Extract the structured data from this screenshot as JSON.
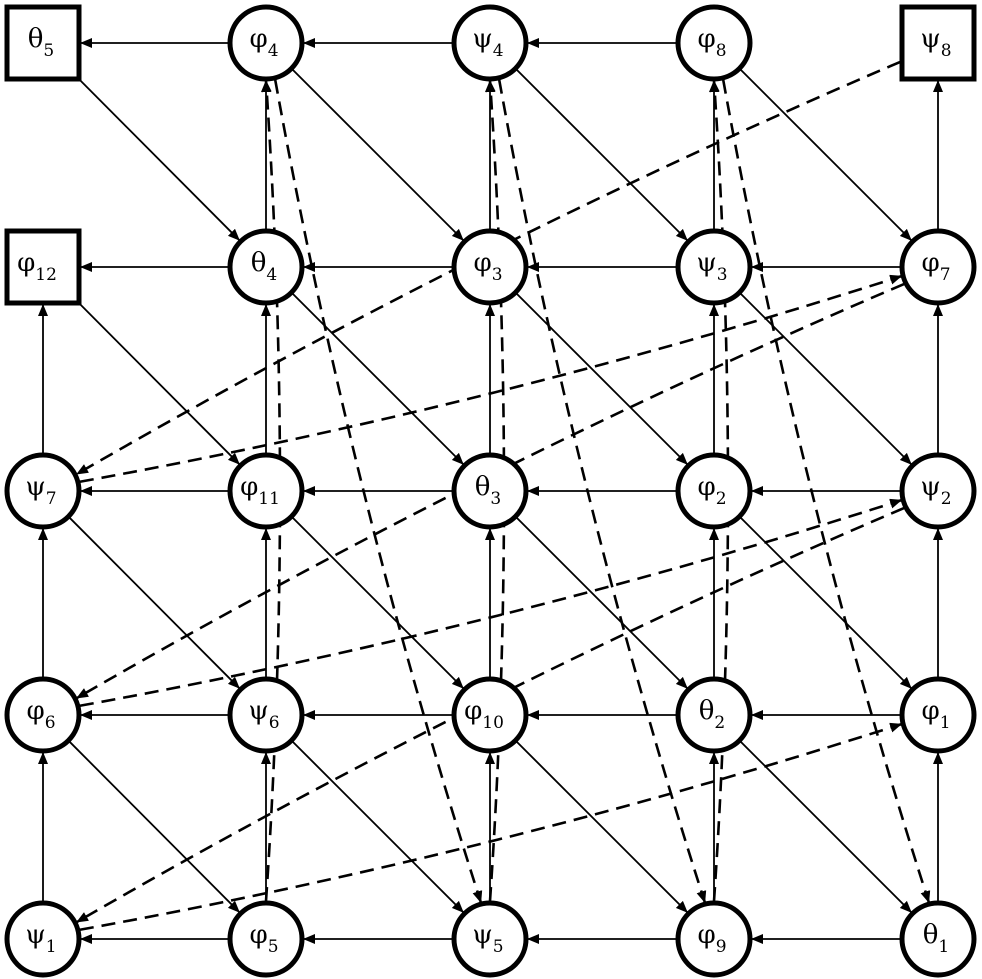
{
  "nodes": [
    {
      "id": "theta5",
      "base": "θ",
      "sub": "5",
      "shape": "square"
    },
    {
      "id": "phi4",
      "base": "φ",
      "sub": "4",
      "shape": "circle"
    },
    {
      "id": "psi4",
      "base": "ψ",
      "sub": "4",
      "shape": "circle"
    },
    {
      "id": "phi8",
      "base": "φ",
      "sub": "8",
      "shape": "circle"
    },
    {
      "id": "psi8",
      "base": "ψ",
      "sub": "8",
      "shape": "square"
    },
    {
      "id": "phi12",
      "base": "φ",
      "sub": "12",
      "shape": "square"
    },
    {
      "id": "theta4",
      "base": "θ",
      "sub": "4",
      "shape": "circle"
    },
    {
      "id": "phi3",
      "base": "φ",
      "sub": "3",
      "shape": "circle"
    },
    {
      "id": "psi3",
      "base": "ψ",
      "sub": "3",
      "shape": "circle"
    },
    {
      "id": "phi7",
      "base": "φ",
      "sub": "7",
      "shape": "circle"
    },
    {
      "id": "psi7",
      "base": "ψ",
      "sub": "7",
      "shape": "circle"
    },
    {
      "id": "phi11",
      "base": "φ",
      "sub": "11",
      "shape": "circle"
    },
    {
      "id": "theta3",
      "base": "θ",
      "sub": "3",
      "shape": "circle"
    },
    {
      "id": "phi2",
      "base": "φ",
      "sub": "2",
      "shape": "circle"
    },
    {
      "id": "psi2",
      "base": "ψ",
      "sub": "2",
      "shape": "circle"
    },
    {
      "id": "phi6",
      "base": "φ",
      "sub": "6",
      "shape": "circle"
    },
    {
      "id": "psi6",
      "base": "ψ",
      "sub": "6",
      "shape": "circle"
    },
    {
      "id": "phi10",
      "base": "φ",
      "sub": "10",
      "shape": "circle"
    },
    {
      "id": "theta2",
      "base": "θ",
      "sub": "2",
      "shape": "circle"
    },
    {
      "id": "phi1",
      "base": "φ",
      "sub": "1",
      "shape": "circle"
    },
    {
      "id": "psi1",
      "base": "ψ",
      "sub": "1",
      "shape": "circle"
    },
    {
      "id": "phi5",
      "base": "φ",
      "sub": "5",
      "shape": "circle"
    },
    {
      "id": "psi5",
      "base": "ψ",
      "sub": "5",
      "shape": "circle"
    },
    {
      "id": "phi9",
      "base": "φ",
      "sub": "9",
      "shape": "circle"
    },
    {
      "id": "theta1",
      "base": "θ",
      "sub": "1",
      "shape": "circle"
    }
  ],
  "edges": [
    {
      "from": "phi4",
      "to": "theta5",
      "style": "solid"
    },
    {
      "from": "psi4",
      "to": "phi4",
      "style": "solid"
    },
    {
      "from": "phi8",
      "to": "psi4",
      "style": "solid"
    },
    {
      "from": "theta4",
      "to": "phi12",
      "style": "solid"
    },
    {
      "from": "phi3",
      "to": "theta4",
      "style": "solid"
    },
    {
      "from": "psi3",
      "to": "phi3",
      "style": "solid"
    },
    {
      "from": "phi7",
      "to": "psi3",
      "style": "solid"
    },
    {
      "from": "phi11",
      "to": "psi7",
      "style": "solid"
    },
    {
      "from": "theta3",
      "to": "phi11",
      "style": "solid"
    },
    {
      "from": "phi2",
      "to": "theta3",
      "style": "solid"
    },
    {
      "from": "psi2",
      "to": "phi2",
      "style": "solid"
    },
    {
      "from": "psi6",
      "to": "phi6",
      "style": "solid"
    },
    {
      "from": "phi10",
      "to": "psi6",
      "style": "solid"
    },
    {
      "from": "theta2",
      "to": "phi10",
      "style": "solid"
    },
    {
      "from": "phi1",
      "to": "theta2",
      "style": "solid"
    },
    {
      "from": "phi5",
      "to": "psi1",
      "style": "solid"
    },
    {
      "from": "psi5",
      "to": "phi5",
      "style": "solid"
    },
    {
      "from": "phi9",
      "to": "psi5",
      "style": "solid"
    },
    {
      "from": "theta1",
      "to": "phi9",
      "style": "solid"
    },
    {
      "from": "psi7",
      "to": "phi12",
      "style": "solid"
    },
    {
      "from": "phi6",
      "to": "psi7",
      "style": "solid"
    },
    {
      "from": "psi1",
      "to": "phi6",
      "style": "solid"
    },
    {
      "from": "theta4",
      "to": "phi4",
      "style": "solid"
    },
    {
      "from": "phi11",
      "to": "theta4",
      "style": "solid"
    },
    {
      "from": "psi6",
      "to": "phi11",
      "style": "solid"
    },
    {
      "from": "phi5",
      "to": "psi6",
      "style": "solid"
    },
    {
      "from": "phi3",
      "to": "psi4",
      "style": "solid"
    },
    {
      "from": "theta3",
      "to": "phi3",
      "style": "solid"
    },
    {
      "from": "phi10",
      "to": "theta3",
      "style": "solid"
    },
    {
      "from": "psi5",
      "to": "phi10",
      "style": "solid"
    },
    {
      "from": "psi3",
      "to": "phi8",
      "style": "solid"
    },
    {
      "from": "phi2",
      "to": "psi3",
      "style": "solid"
    },
    {
      "from": "theta2",
      "to": "phi2",
      "style": "solid"
    },
    {
      "from": "phi9",
      "to": "theta2",
      "style": "solid"
    },
    {
      "from": "phi7",
      "to": "psi8",
      "style": "solid"
    },
    {
      "from": "psi2",
      "to": "phi7",
      "style": "solid"
    },
    {
      "from": "phi1",
      "to": "psi2",
      "style": "solid"
    },
    {
      "from": "theta1",
      "to": "phi1",
      "style": "solid"
    },
    {
      "from": "theta5",
      "to": "theta4",
      "style": "solid"
    },
    {
      "from": "phi4",
      "to": "phi3",
      "style": "solid"
    },
    {
      "from": "psi4",
      "to": "psi3",
      "style": "solid"
    },
    {
      "from": "phi8",
      "to": "phi7",
      "style": "solid"
    },
    {
      "from": "phi12",
      "to": "phi11",
      "style": "solid"
    },
    {
      "from": "theta4",
      "to": "theta3",
      "style": "solid"
    },
    {
      "from": "phi3",
      "to": "phi2",
      "style": "solid"
    },
    {
      "from": "psi3",
      "to": "psi2",
      "style": "solid"
    },
    {
      "from": "psi7",
      "to": "psi6",
      "style": "solid"
    },
    {
      "from": "phi11",
      "to": "phi10",
      "style": "solid"
    },
    {
      "from": "theta3",
      "to": "theta2",
      "style": "solid"
    },
    {
      "from": "phi2",
      "to": "phi1",
      "style": "solid"
    },
    {
      "from": "phi6",
      "to": "phi5",
      "style": "solid"
    },
    {
      "from": "psi6",
      "to": "psi5",
      "style": "solid"
    },
    {
      "from": "phi10",
      "to": "phi9",
      "style": "solid"
    },
    {
      "from": "theta2",
      "to": "theta1",
      "style": "solid"
    },
    {
      "from": "phi5",
      "to": "phi4",
      "style": "dashed"
    },
    {
      "from": "psi5",
      "to": "psi4",
      "style": "dashed"
    },
    {
      "from": "phi9",
      "to": "phi8",
      "style": "dashed"
    },
    {
      "from": "phi4",
      "to": "psi5",
      "style": "dashed"
    },
    {
      "from": "psi4",
      "to": "phi9",
      "style": "dashed"
    },
    {
      "from": "phi8",
      "to": "theta1",
      "style": "dashed"
    },
    {
      "from": "psi8",
      "to": "psi7",
      "style": "dashed"
    },
    {
      "from": "psi7",
      "to": "phi7",
      "style": "dashed"
    },
    {
      "from": "phi7",
      "to": "phi6",
      "style": "dashed"
    },
    {
      "from": "phi6",
      "to": "psi2",
      "style": "dashed"
    },
    {
      "from": "psi2",
      "to": "psi1",
      "style": "dashed"
    },
    {
      "from": "psi1",
      "to": "phi1",
      "style": "dashed"
    }
  ]
}
